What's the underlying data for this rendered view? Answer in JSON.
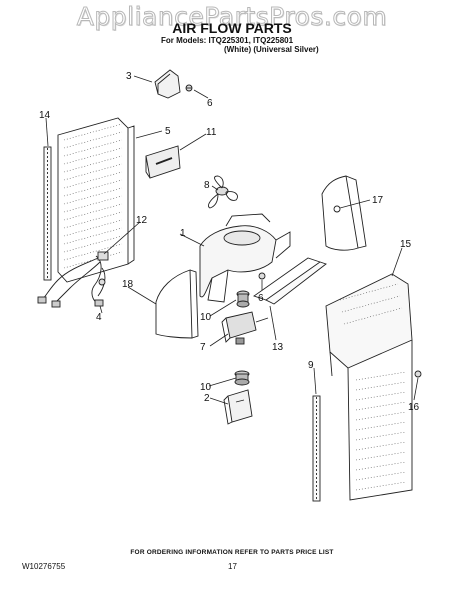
{
  "watermark": "AppliancePartsPros.com",
  "title": "AIR FLOW PARTS",
  "models_line": "For Models: ITQ225301, ITQ225801",
  "colors_line": "(White) (Universal Silver)",
  "callouts": [
    "1",
    "2",
    "3",
    "4",
    "5",
    "6",
    "6",
    "7",
    "8",
    "9",
    "10",
    "10",
    "11",
    "12",
    "13",
    "14",
    "15",
    "16",
    "17",
    "18"
  ],
  "footer_note": "FOR ORDERING INFORMATION REFER TO PARTS PRICE LIST",
  "doc_number": "W10276755",
  "page_number": "17"
}
